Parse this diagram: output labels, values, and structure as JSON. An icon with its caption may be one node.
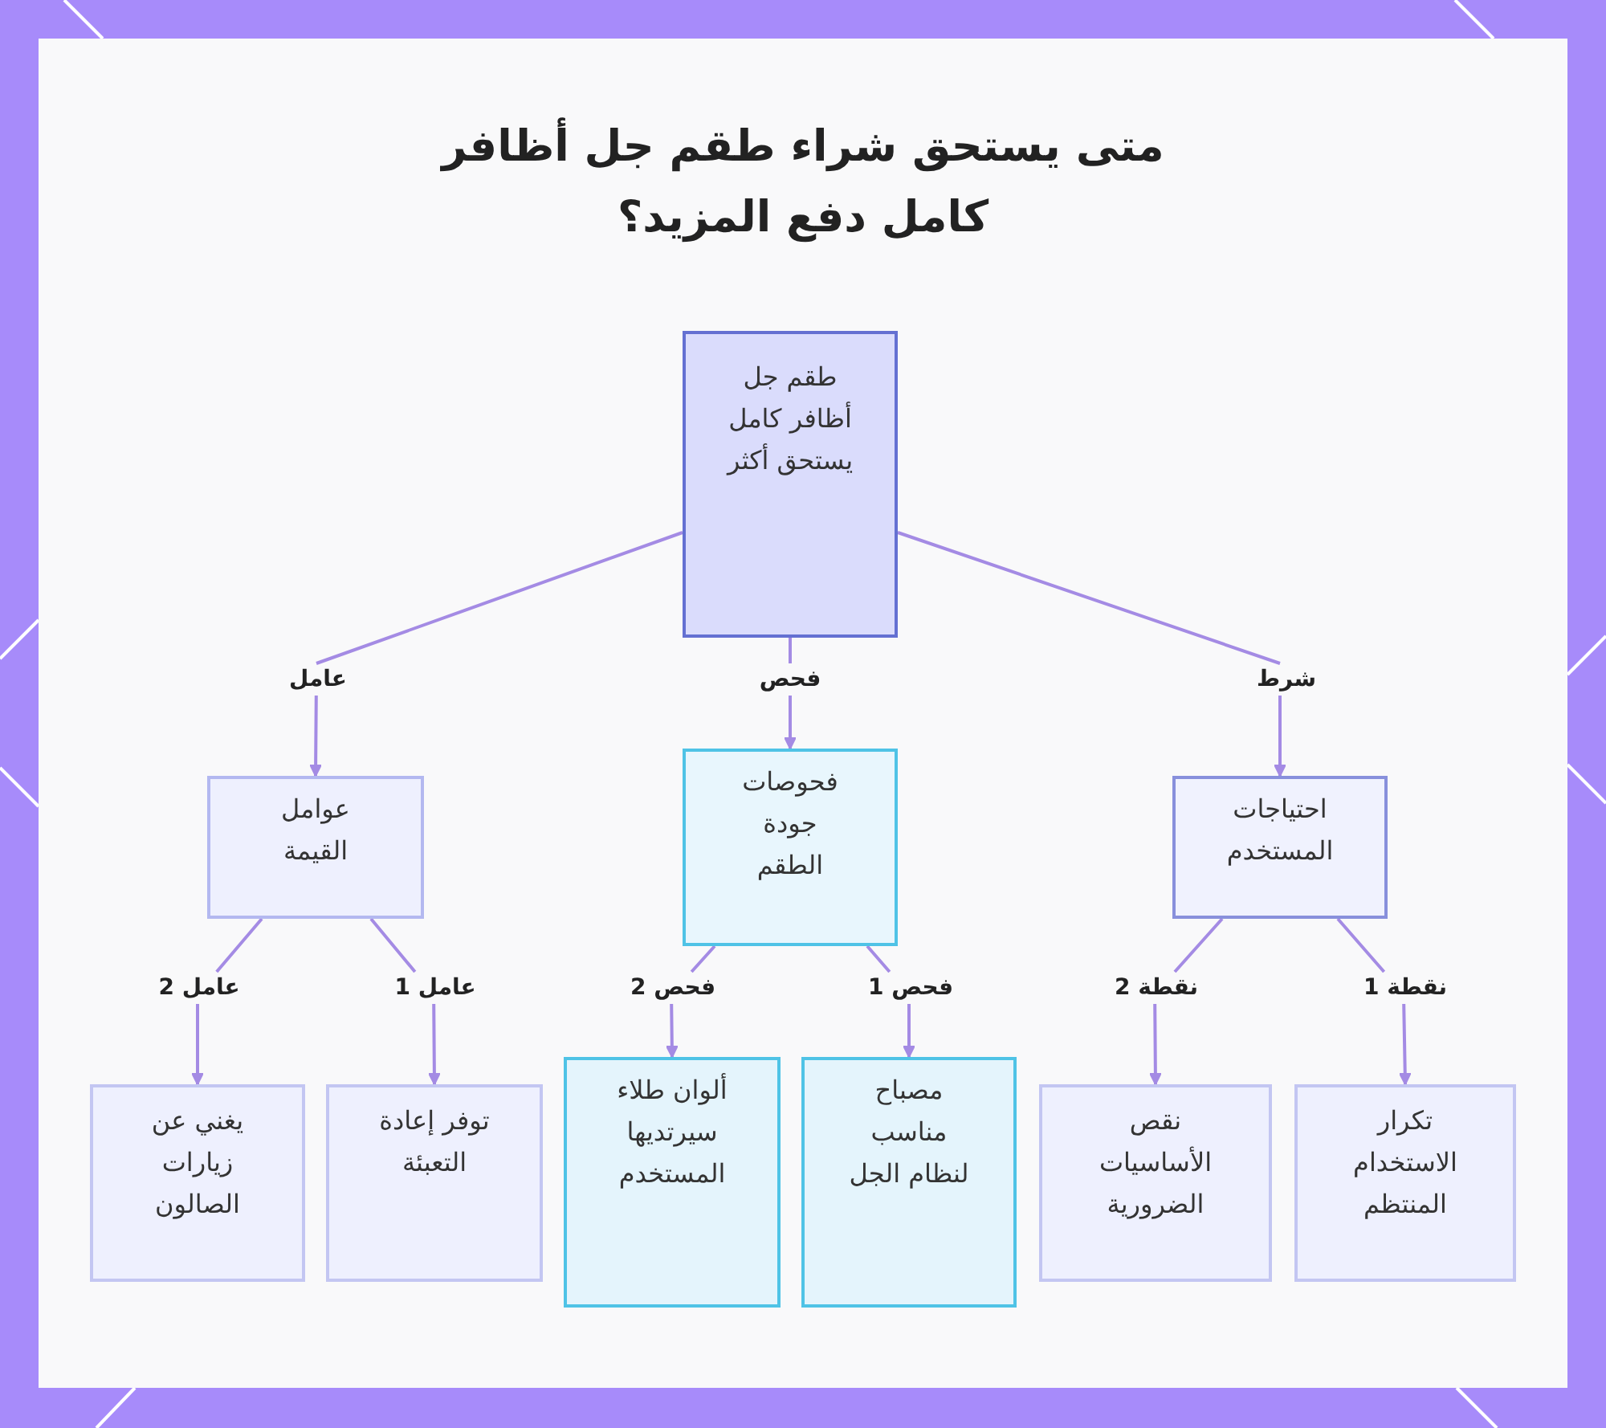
{
  "diagram": {
    "title": "متى يستحق شراء طقم جل أظافر كامل دفع المزيد؟",
    "nodes": [
      {
        "text": [
          "طقم جل أظافر كامل يستحق أكثر"
        ]
      },
      {
        "text": [
          "عوامل القيمة"
        ]
      },
      {
        "text": [
          "فحوصات جودة الطقم"
        ]
      },
      {
        "text": [
          "احتياجات المستخدم"
        ]
      },
      {
        "text": [
          "يغني عن زيارات الصالون"
        ]
      },
      {
        "text": [
          "توفر إعادة التعبئة"
        ]
      },
      {
        "text": [
          "ألوان طلاء سيرتديها المستخدم"
        ]
      },
      {
        "text": [
          "مصباح مناسب لنظام الجل"
        ]
      },
      {
        "text": [
          "نقص الأساسيات الضرورية"
        ]
      },
      {
        "text": [
          "تكرار الاستخدام المنتظم"
        ]
      }
    ],
    "edges": [
      {
        "from": 0,
        "to": 1,
        "arrow": "to",
        "label": "عامل"
      },
      {
        "from": 0,
        "to": 2,
        "arrow": "to",
        "label": "فحص"
      },
      {
        "from": 0,
        "to": 3,
        "arrow": "to",
        "label": "شرط"
      },
      {
        "from": 1,
        "to": 4,
        "arrow": "to",
        "label": "عامل 2"
      },
      {
        "from": 1,
        "to": 5,
        "arrow": "to",
        "label": "عامل 1"
      },
      {
        "from": 2,
        "to": 6,
        "arrow": "to",
        "label": "فحص 2"
      },
      {
        "from": 2,
        "to": 7,
        "arrow": "to",
        "label": "فحص 1"
      },
      {
        "from": 3,
        "to": 8,
        "arrow": "to",
        "label": "نقطة 2"
      },
      {
        "from": 3,
        "to": 9,
        "arrow": "to",
        "label": "نقطة 1"
      }
    ]
  }
}
